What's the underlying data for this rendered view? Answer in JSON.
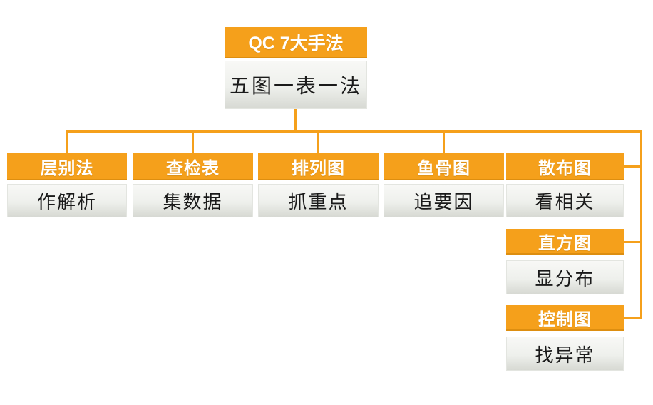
{
  "diagram": {
    "root": {
      "title": "QC 7大手法",
      "subtitle": "五图一表一法"
    },
    "nodes": [
      {
        "label": "层别法",
        "desc": "作解析"
      },
      {
        "label": "查检表",
        "desc": "集数据"
      },
      {
        "label": "排列图",
        "desc": "抓重点"
      },
      {
        "label": "鱼骨图",
        "desc": "追要因"
      },
      {
        "label": "散布图",
        "desc": "看相关"
      },
      {
        "label": "直方图",
        "desc": "显分布"
      },
      {
        "label": "控制图",
        "desc": "找异常"
      }
    ]
  },
  "colors": {
    "accent": "#F5A01B",
    "accent_dark": "#DD8E10",
    "box_top": "#F8F8F6",
    "box_mid": "#EEF0EC",
    "box_bottom": "#D7D9D3",
    "text_dark": "#1A1A1A",
    "text_light": "#FFFFFF",
    "bg": "#FFFFFF"
  }
}
